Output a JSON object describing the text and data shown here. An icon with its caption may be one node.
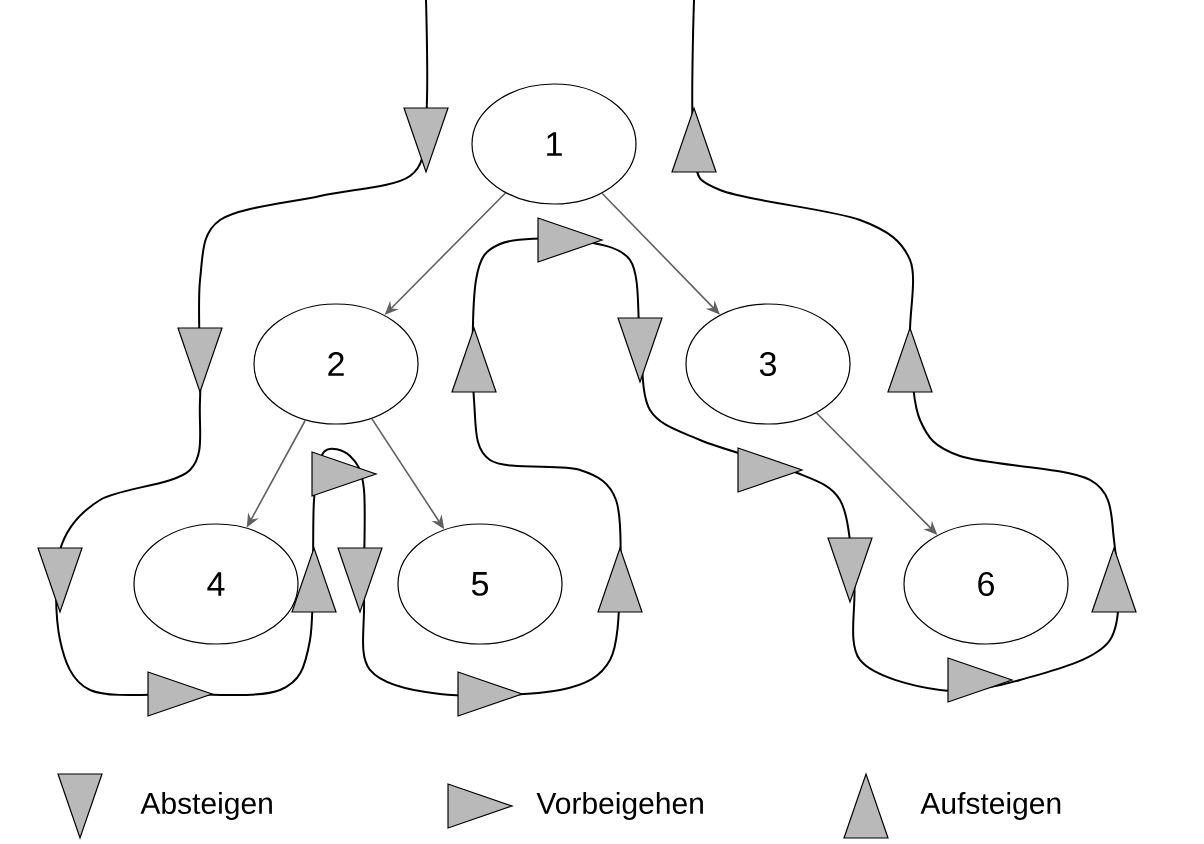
{
  "diagram": {
    "nodes": [
      {
        "text": [
          "1"
        ]
      },
      {
        "text": [
          "2"
        ]
      },
      {
        "text": [
          "3"
        ]
      },
      {
        "text": [
          "4"
        ]
      },
      {
        "text": [
          "5"
        ]
      },
      {
        "text": [
          "6"
        ]
      }
    ],
    "edges": [
      {
        "from": 0,
        "to": 1,
        "arrow": "to"
      },
      {
        "from": 0,
        "to": 2,
        "arrow": "to"
      },
      {
        "from": 1,
        "to": 3,
        "arrow": "to"
      },
      {
        "from": 1,
        "to": 4,
        "arrow": "to"
      },
      {
        "from": 2,
        "to": 5,
        "arrow": "to"
      }
    ],
    "legend": [
      {
        "text": "Absteigen"
      },
      {
        "text": "Vorbeigehen"
      },
      {
        "text": "Aufsteigen"
      }
    ]
  }
}
